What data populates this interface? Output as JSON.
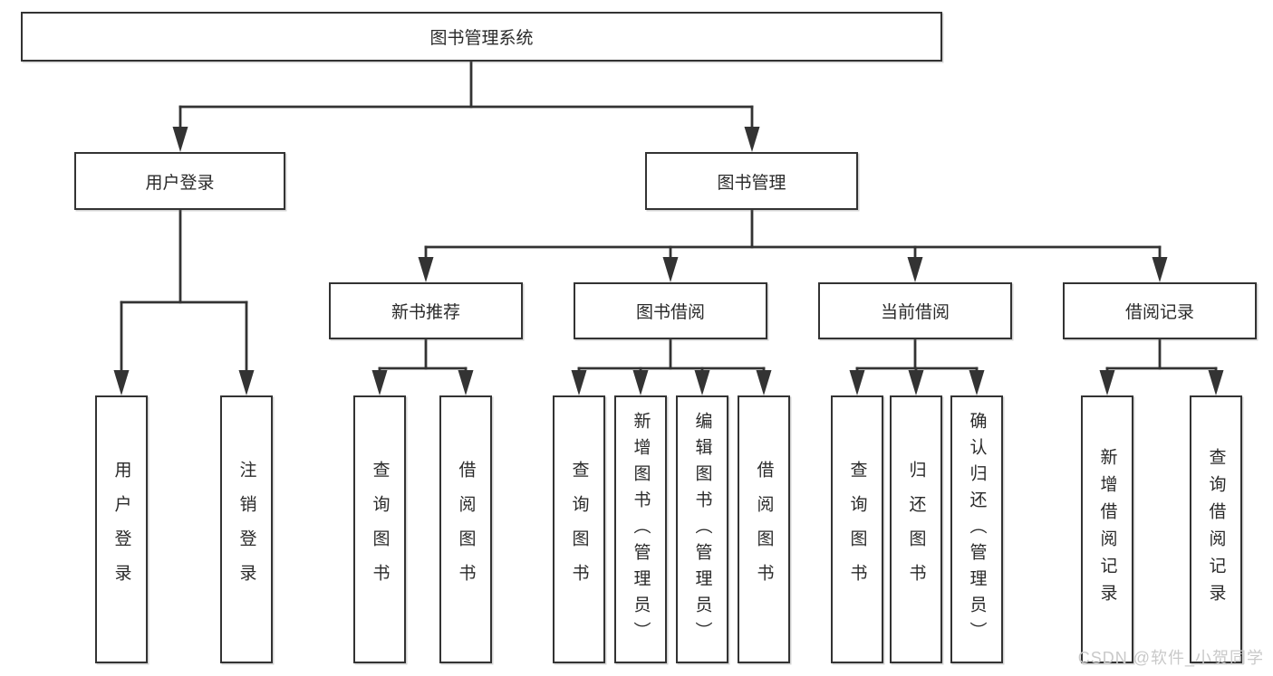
{
  "nodes": {
    "root": {
      "label": "图书管理系统"
    },
    "level1": [
      {
        "label": "用户登录"
      },
      {
        "label": "图书管理"
      }
    ],
    "level2": [
      {
        "label": "新书推荐"
      },
      {
        "label": "图书借阅"
      },
      {
        "label": "当前借阅"
      },
      {
        "label": "借阅记录"
      }
    ],
    "leaves_login": [
      {
        "label": "用户登录"
      },
      {
        "label": "注销登录"
      }
    ],
    "leaves_newbook": [
      {
        "label": "查询图书"
      },
      {
        "label": "借阅图书"
      }
    ],
    "leaves_borrow": [
      {
        "label": "查询图书"
      },
      {
        "label": "新增图书（管理员）"
      },
      {
        "label": "编辑图书（管理员）"
      },
      {
        "label": "借阅图书"
      }
    ],
    "leaves_current": [
      {
        "label": "查询图书"
      },
      {
        "label": "归还图书"
      },
      {
        "label": "确认归还（管理员）"
      }
    ],
    "leaves_records": [
      {
        "label": "新增借阅记录"
      },
      {
        "label": "查询借阅记录"
      }
    ]
  },
  "watermark": {
    "text": "CSDN @软件_小贺同学"
  },
  "colors": {
    "line": "#333333",
    "text": "#2a2a2a",
    "background": "#ffffff",
    "watermark": "#c9c9c9"
  }
}
